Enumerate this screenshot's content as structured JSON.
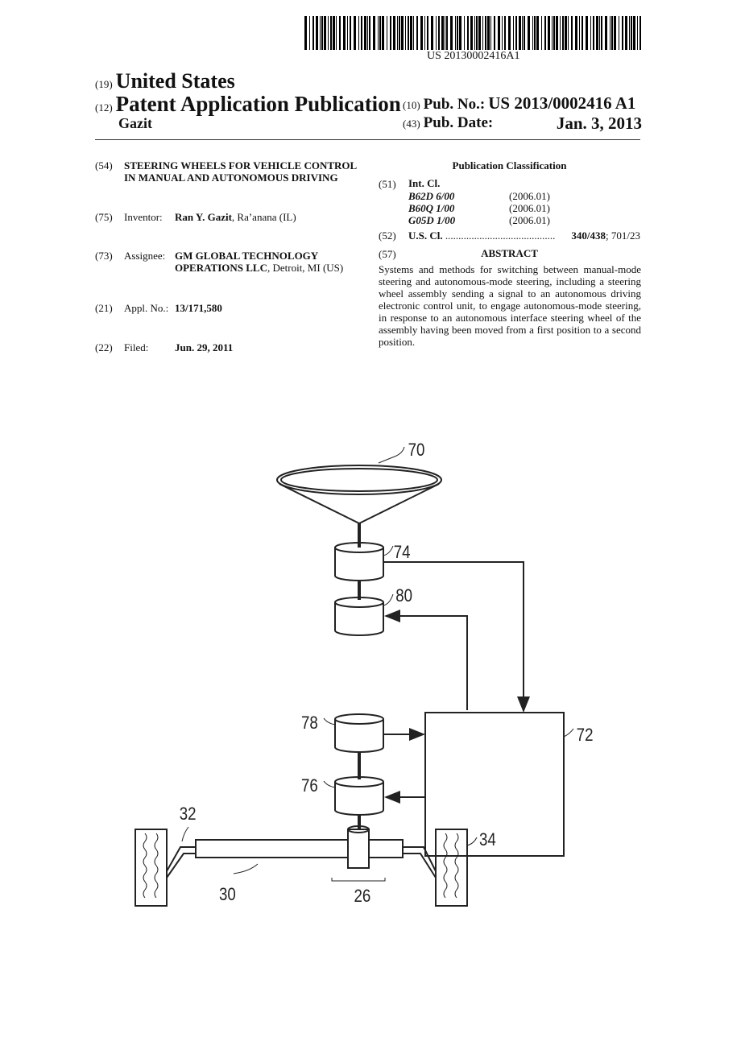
{
  "header": {
    "barcode_text": "US 20130002416A1",
    "country_code": "(19)",
    "country": "United States",
    "type_code": "(12)",
    "type": "Patent Application Publication",
    "inventor_short": "Gazit",
    "pub_no_code": "(10)",
    "pub_no_label": "Pub. No.:",
    "pub_no": "US 2013/0002416 A1",
    "pub_date_code": "(43)",
    "pub_date_label": "Pub. Date:",
    "pub_date": "Jan. 3, 2013"
  },
  "left": {
    "title_code": "(54)",
    "title": "STEERING WHEELS FOR VEHICLE CONTROL IN MANUAL AND AUTONOMOUS DRIVING",
    "inventor_code": "(75)",
    "inventor_label": "Inventor:",
    "inventor_name": "Ran Y. Gazit",
    "inventor_loc": ", Ra’anana (IL)",
    "assignee_code": "(73)",
    "assignee_label": "Assignee:",
    "assignee_name": "GM GLOBAL TECHNOLOGY OPERATIONS LLC",
    "assignee_loc": ", Detroit, MI (US)",
    "appl_code": "(21)",
    "appl_label": "Appl. No.:",
    "appl_no": "13/171,580",
    "filed_code": "(22)",
    "filed_label": "Filed:",
    "filed_date": "Jun. 29, 2011"
  },
  "right": {
    "classification_heading": "Publication Classification",
    "intcl_code": "(51)",
    "intcl_label": "Int. Cl.",
    "intcl": [
      {
        "code": "B62D 6/00",
        "year": "(2006.01)"
      },
      {
        "code": "B60Q 1/00",
        "year": "(2006.01)"
      },
      {
        "code": "G05D 1/00",
        "year": "(2006.01)"
      }
    ],
    "uscl_code": "(52)",
    "uscl_label": "U.S. Cl.",
    "uscl_dots": "..........................................",
    "uscl_main": "340/438",
    "uscl_rest": "; 701/23",
    "abstract_code": "(57)",
    "abstract_heading": "ABSTRACT",
    "abstract": "Systems and methods for switching between manual-mode steering and autonomous-mode steering, including a steering wheel assembly sending a signal to an autonomous driving electronic control unit, to engage autonomous-mode steering, in response to an autonomous interface steering wheel of the assembly having been moved from a first position to a second position."
  },
  "figure": {
    "labels": {
      "wheel": "70",
      "sensor74": "74",
      "motor80": "80",
      "unit78": "78",
      "ecu": "72",
      "unit76": "76",
      "link32": "32",
      "tire34": "34",
      "rack30": "30",
      "pinion26": "26"
    }
  }
}
